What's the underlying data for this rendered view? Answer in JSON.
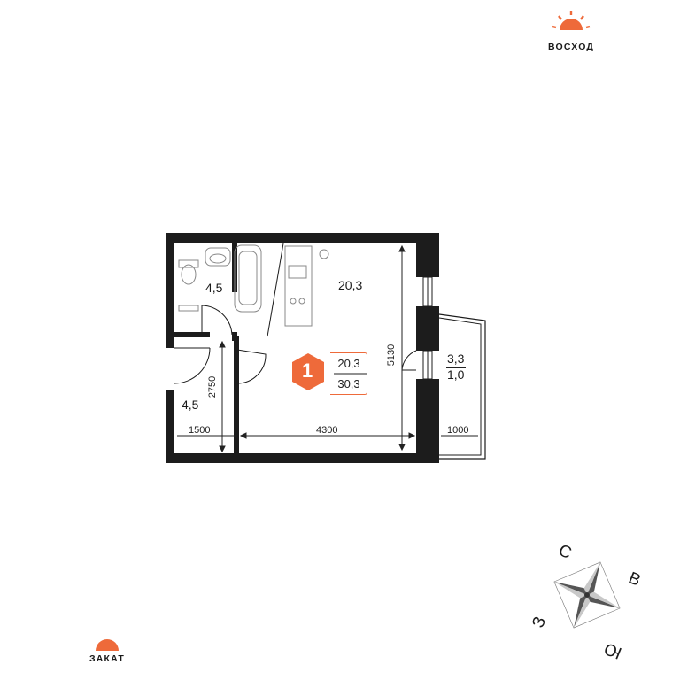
{
  "sun": {
    "sunrise_label": "ВОСХОД",
    "sunset_label": "ЗАКАТ"
  },
  "rooms": {
    "bathroom_area": "4,5",
    "living_area": "20,3",
    "hall_area": "4,5",
    "balcony_area": "3,3",
    "balcony_coef": "1,0"
  },
  "badge": {
    "rooms": "1",
    "living": "20,3",
    "total": "30,3"
  },
  "dimensions": {
    "d1500": "1500",
    "d4300": "4300",
    "d1000": "1000",
    "d2750": "2750",
    "d5130": "5130"
  },
  "compass": {
    "north": "С",
    "east": "В",
    "south": "Ю",
    "west": "З"
  },
  "colors": {
    "accent": "#ee6a3a",
    "walls": "#1c1c1c"
  }
}
